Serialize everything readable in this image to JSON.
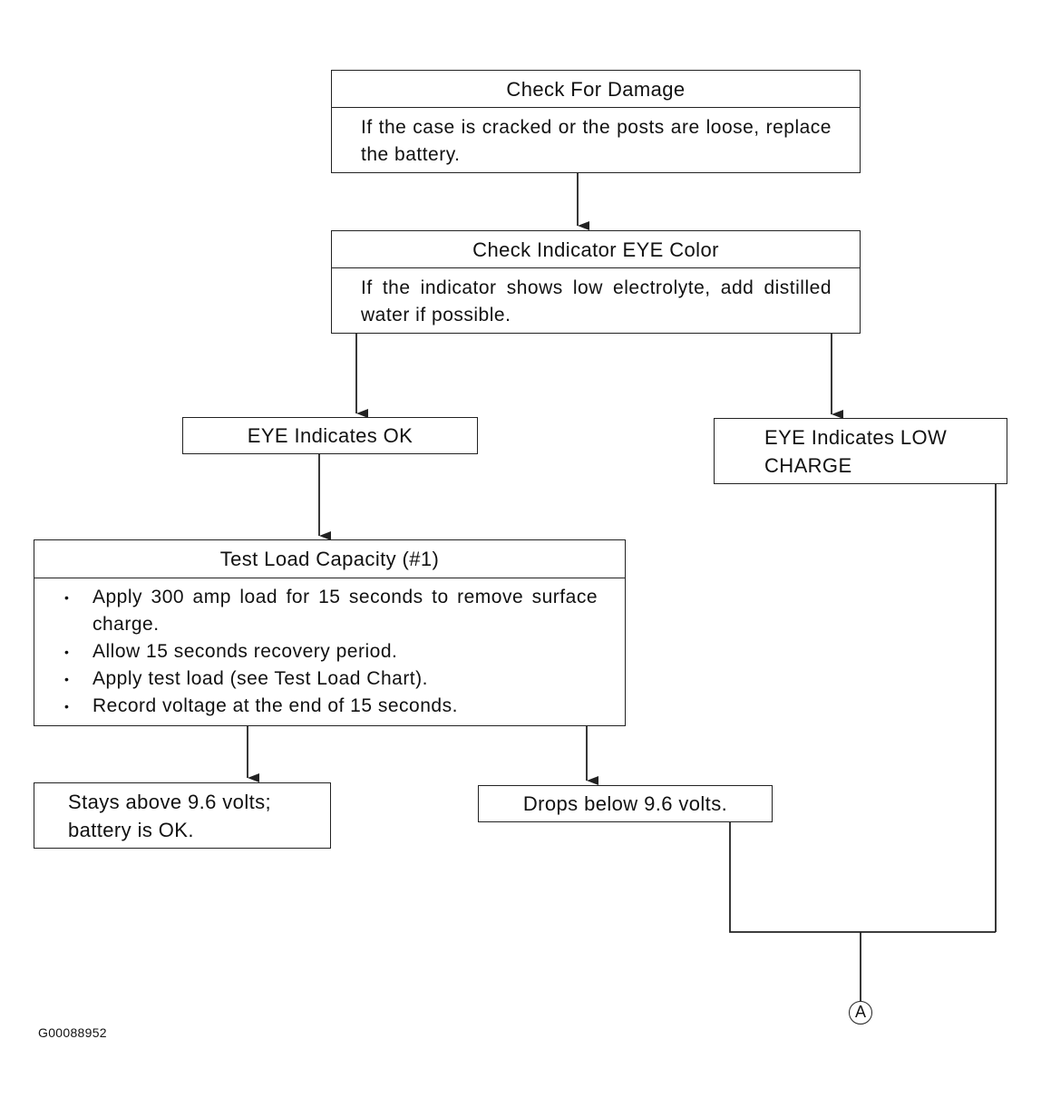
{
  "check_damage": {
    "title": "Check For Damage",
    "body": "If the case is cracked or the posts are loose, replace the battery."
  },
  "check_eye": {
    "title": "Check Indicator EYE Color",
    "body": "If the indicator shows low electrolyte, add distilled water if possible."
  },
  "eye_ok": {
    "label": "EYE Indicates OK"
  },
  "eye_low": {
    "label": "EYE Indicates LOW CHARGE"
  },
  "test_load": {
    "title": "Test Load Capacity (#1)",
    "bullet_glyph": "•",
    "items": [
      "Apply 300 amp load for 15 seconds to remove surface charge.",
      "Allow 15 seconds recovery period.",
      "Apply test load (see Test Load Chart).",
      "Record voltage at the end of 15 seconds."
    ]
  },
  "stays_above": {
    "label": "Stays above 9.6 volts; battery is OK."
  },
  "drops_below": {
    "label": "Drops below 9.6 volts."
  },
  "connector": {
    "label": "A"
  },
  "figure_id": "G00088952"
}
